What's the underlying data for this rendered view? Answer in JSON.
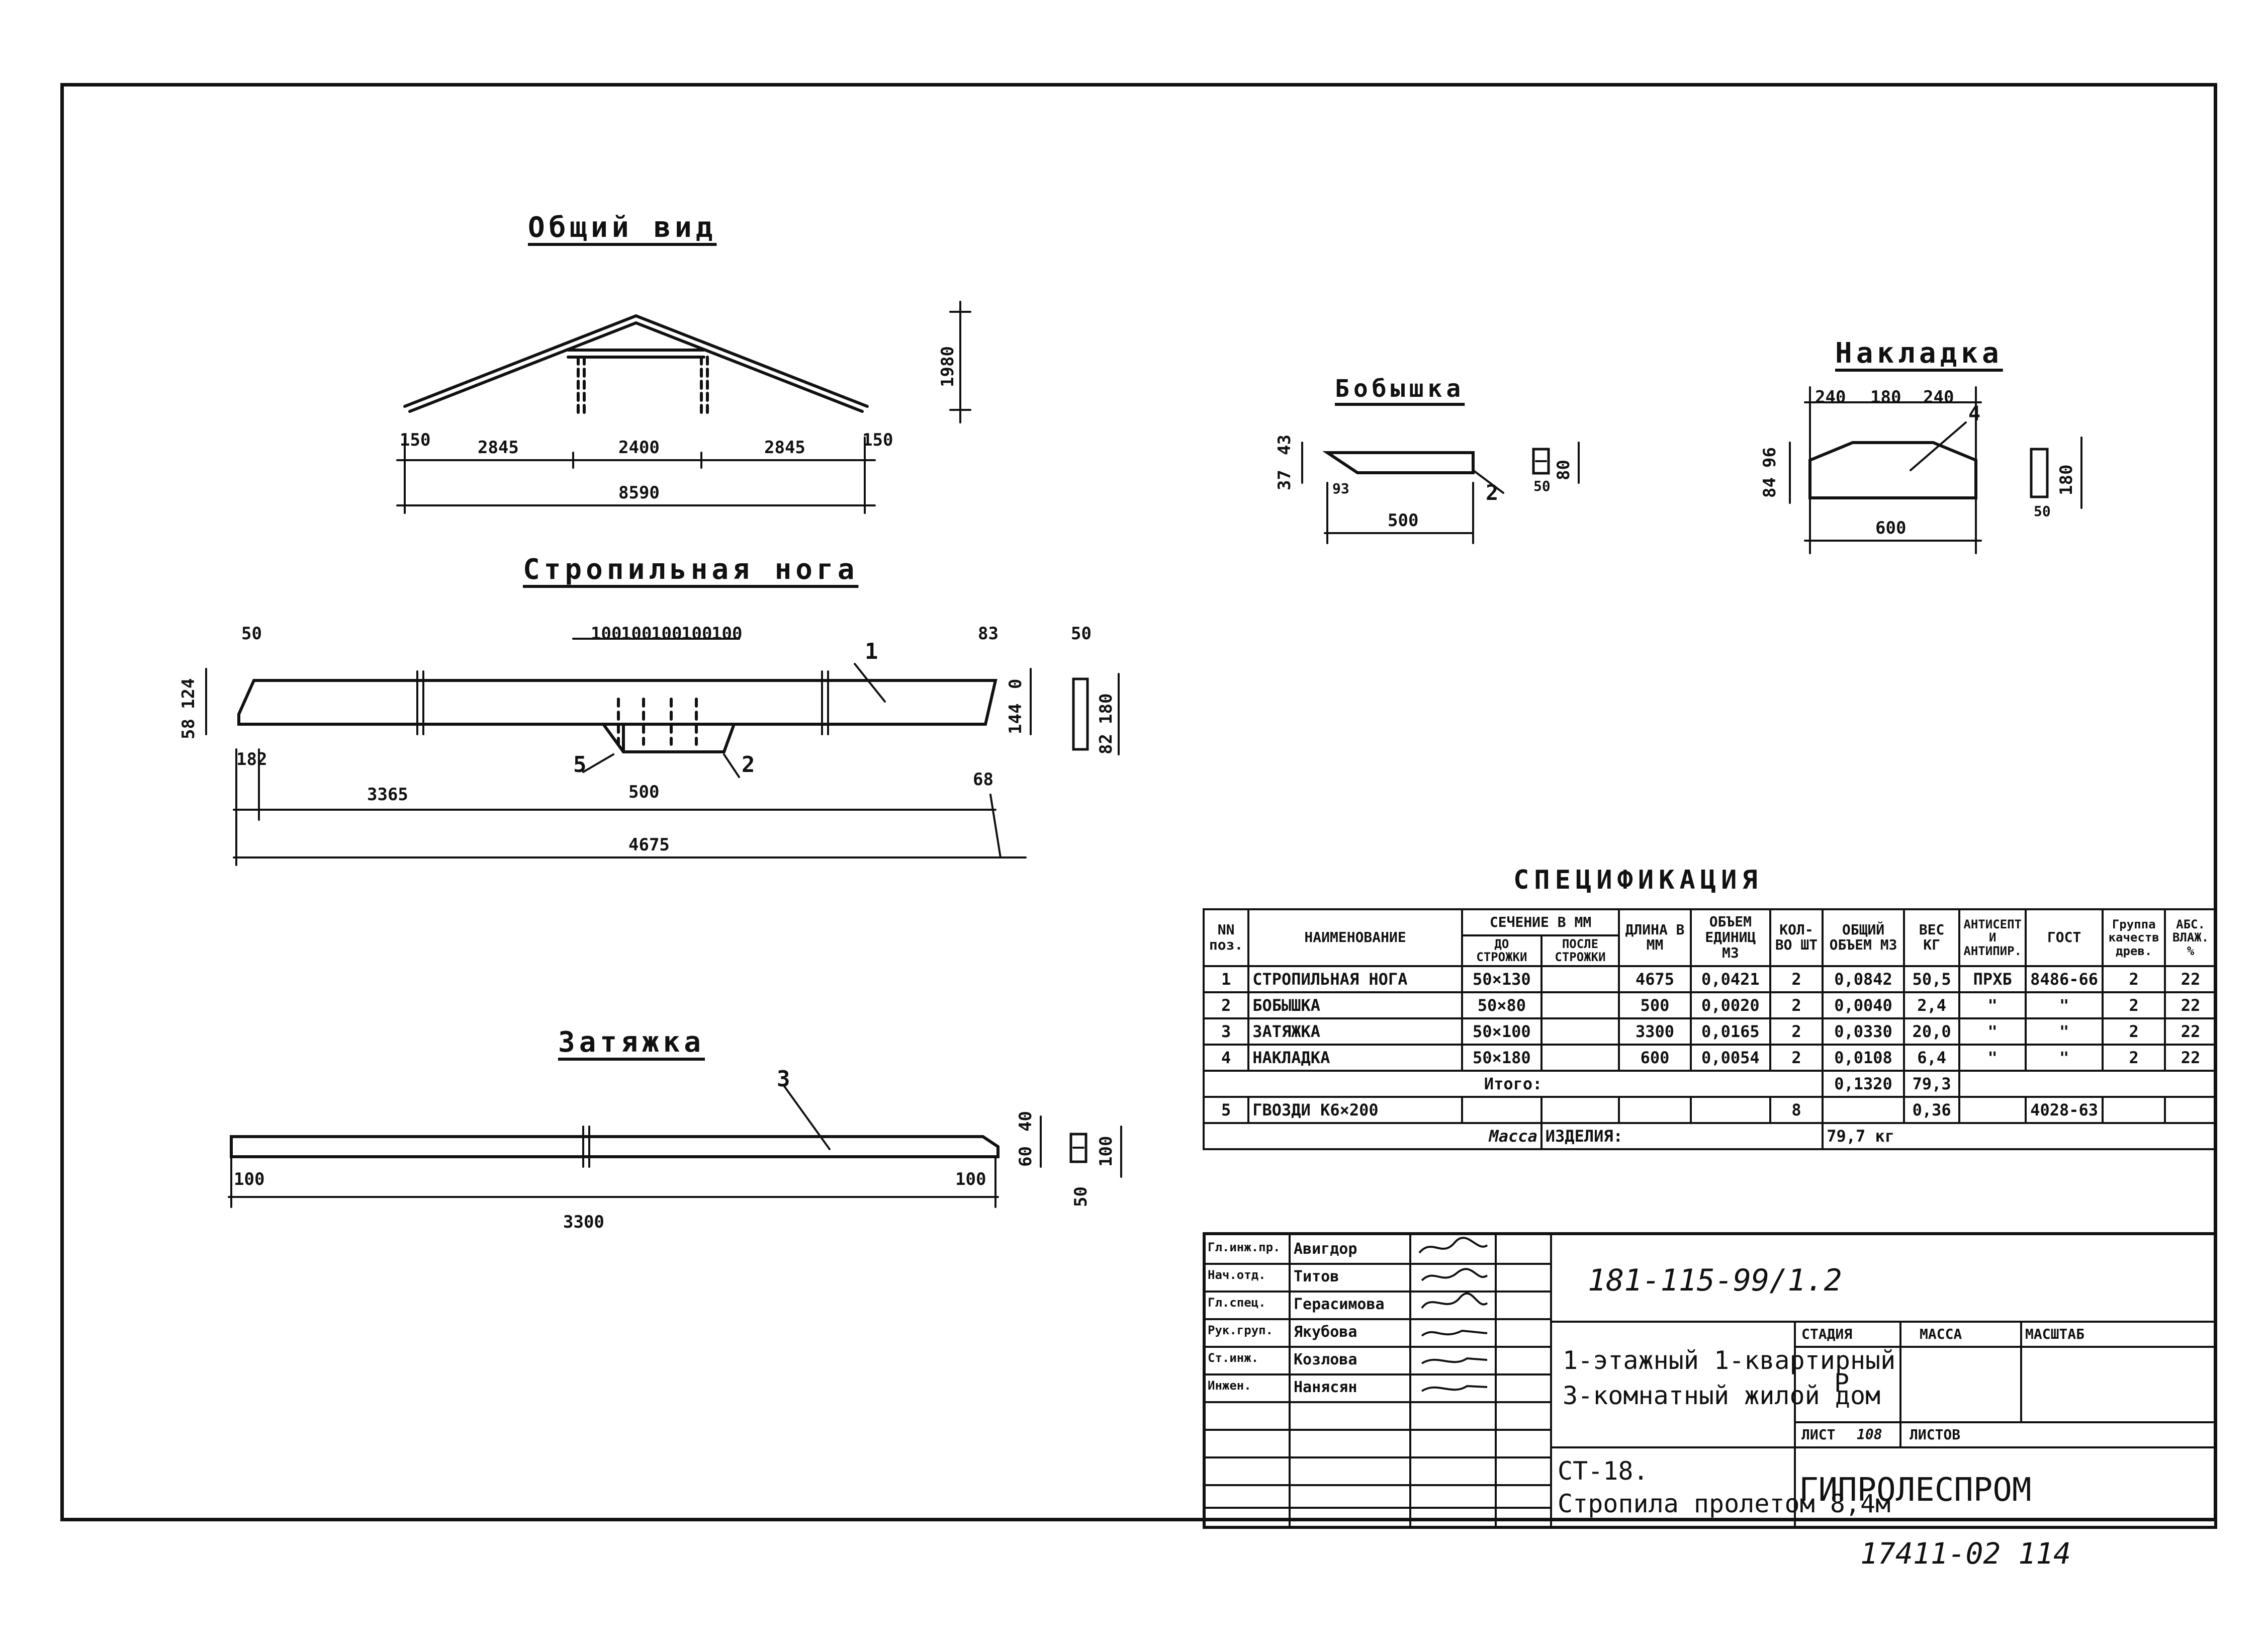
{
  "views": {
    "general": {
      "title": "Общий вид",
      "dims": [
        "150",
        "2845",
        "2400",
        "2845",
        "150",
        "8590",
        "1980"
      ]
    },
    "rafter_leg": {
      "title": "Стропильная нога",
      "dims_top": [
        "50",
        "100",
        "100",
        "100",
        "100",
        "100",
        "83",
        "50"
      ],
      "dims_bottom": [
        "182",
        "3365",
        "500",
        "68",
        "4675"
      ],
      "dims_left": [
        "58",
        "124"
      ],
      "dims_right": [
        "144",
        "0",
        "82",
        "180"
      ],
      "callouts": [
        "1",
        "5",
        "2"
      ]
    },
    "tie": {
      "title": "Затяжка",
      "dims": [
        "100",
        "100",
        "3300",
        "60",
        "40",
        "100",
        "50"
      ],
      "callouts": [
        "3"
      ]
    },
    "block": {
      "title": "Бобышка",
      "dims": [
        "37",
        "43",
        "93",
        "500",
        "80",
        "50"
      ],
      "callouts": [
        "2"
      ]
    },
    "plate": {
      "title": "Накладка",
      "dims": [
        "240",
        "180",
        "240",
        "84",
        "96",
        "600",
        "180",
        "50"
      ],
      "callouts": [
        "4"
      ]
    }
  },
  "spec": {
    "title": "СПЕЦИФИКАЦИЯ",
    "headers": {
      "pos_1": "NN",
      "pos_2": "поз.",
      "name": "НАИМЕНОВАНИЕ",
      "section": "СЕЧЕНИЕ В ММ",
      "section_before": "ДО СТРОЖКИ",
      "section_after": "ПОСЛЕ СТРОЖКИ",
      "length": "ДЛИНА В ММ",
      "unit_volume": "ОБЪЕМ ЕДИНИЦ М3",
      "qty": "КОЛ-ВО ШТ",
      "total_volume": "ОБЩИЙ ОБЪЕМ М3",
      "weight": "ВЕС КГ",
      "antiseptic": "АНТИСЕПТ И АНТИПИР.",
      "gost": "ГОСТ",
      "group": "Группа качеств древ.",
      "moisture": "АБС. ВЛАЖ. %"
    },
    "rows": [
      {
        "pos": "1",
        "name": "СТРОПИЛЬНАЯ НОГА",
        "before": "50×130",
        "after": "",
        "length": "4675",
        "unit_vol": "0,0421",
        "qty": "2",
        "total_vol": "0,0842",
        "weight": "50,5",
        "antiseptic": "ПРХБ",
        "gost": "8486-66",
        "group": "2",
        "moisture": "22"
      },
      {
        "pos": "2",
        "name": "БОБЫШКА",
        "before": "50×80",
        "after": "",
        "length": "500",
        "unit_vol": "0,0020",
        "qty": "2",
        "total_vol": "0,0040",
        "weight": "2,4",
        "antiseptic": "\"",
        "gost": "\"",
        "group": "2",
        "moisture": "22"
      },
      {
        "pos": "3",
        "name": "ЗАТЯЖКА",
        "before": "50×100",
        "after": "",
        "length": "3300",
        "unit_vol": "0,0165",
        "qty": "2",
        "total_vol": "0,0330",
        "weight": "20,0",
        "antiseptic": "\"",
        "gost": "\"",
        "group": "2",
        "moisture": "22"
      },
      {
        "pos": "4",
        "name": "НАКЛАДКА",
        "before": "50×180",
        "after": "",
        "length": "600",
        "unit_vol": "0,0054",
        "qty": "2",
        "total_vol": "0,0108",
        "weight": "6,4",
        "antiseptic": "\"",
        "gost": "\"",
        "group": "2",
        "moisture": "22"
      }
    ],
    "total_label": "Итого:",
    "total_volume": "0,1320",
    "total_weight": "79,3",
    "nails": {
      "pos": "5",
      "name": "ГВОЗДИ К6×200",
      "qty": "8",
      "weight": "0,36",
      "gost": "4028-63"
    },
    "mass_label": "Масса",
    "product_label": "ИЗДЕЛИЯ:",
    "mass_value": "79,7 кг"
  },
  "title_block": {
    "roles": [
      "Гл.инж.пр.",
      "Нач.отд.",
      "Гл.спец.",
      "Рук.груп.",
      "Ст.инж.",
      "Инжен."
    ],
    "names": [
      "Авигдор",
      "Титов",
      "Герасимова",
      "Якубова",
      "Козлова",
      "Нанясян"
    ],
    "doc_code": "181-115-99/1.2",
    "object_line1": "1-этажный 1-квартирный",
    "object_line2": "3-комнатный жилой дом",
    "stage_label": "СТАДИЯ",
    "mass_label": "МАССА",
    "scale_label": "МАСШТАБ",
    "stage_value": "Р",
    "sheet_label": "ЛИСТ",
    "sheet_value": "108",
    "sheets_label": "ЛИСТОВ",
    "sheet_name_line1": "СТ-18.",
    "sheet_name_line2": "Стропила пролетом 8,4м",
    "org": "ГИПРОЛЕСПРОМ"
  },
  "archive_number": "17411-02 114"
}
